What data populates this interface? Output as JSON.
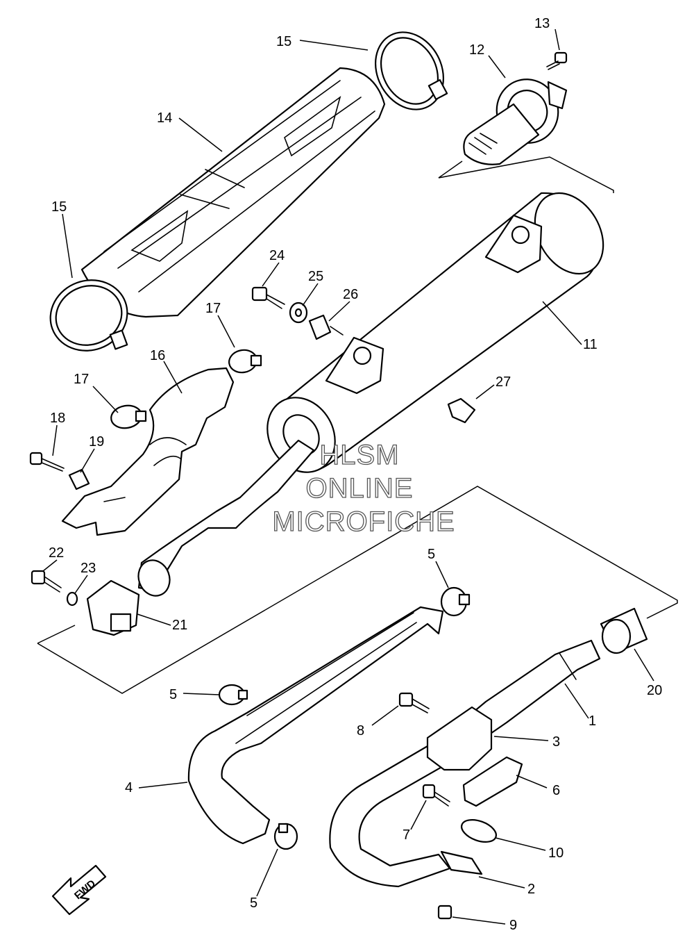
{
  "callouts": [
    {
      "label": "15"
    },
    {
      "label": "13"
    },
    {
      "label": "12"
    },
    {
      "label": "14"
    },
    {
      "label": "15"
    },
    {
      "label": "24"
    },
    {
      "label": "25"
    },
    {
      "label": "26"
    },
    {
      "label": "17"
    },
    {
      "label": "11"
    },
    {
      "label": "16"
    },
    {
      "label": "17"
    },
    {
      "label": "27"
    },
    {
      "label": "18"
    },
    {
      "label": "19"
    },
    {
      "label": "22"
    },
    {
      "label": "23"
    },
    {
      "label": "21"
    },
    {
      "label": "5"
    },
    {
      "label": "5"
    },
    {
      "label": "20"
    },
    {
      "label": "8"
    },
    {
      "label": "1"
    },
    {
      "label": "3"
    },
    {
      "label": "4"
    },
    {
      "label": "6"
    },
    {
      "label": "7"
    },
    {
      "label": "10"
    },
    {
      "label": "2"
    },
    {
      "label": "5"
    },
    {
      "label": "9"
    }
  ],
  "watermark": {
    "line1": "HLSM",
    "line2": "ONLINE",
    "line3": "MICROFICHE"
  },
  "direction_arrow": {
    "label": "FWD"
  }
}
